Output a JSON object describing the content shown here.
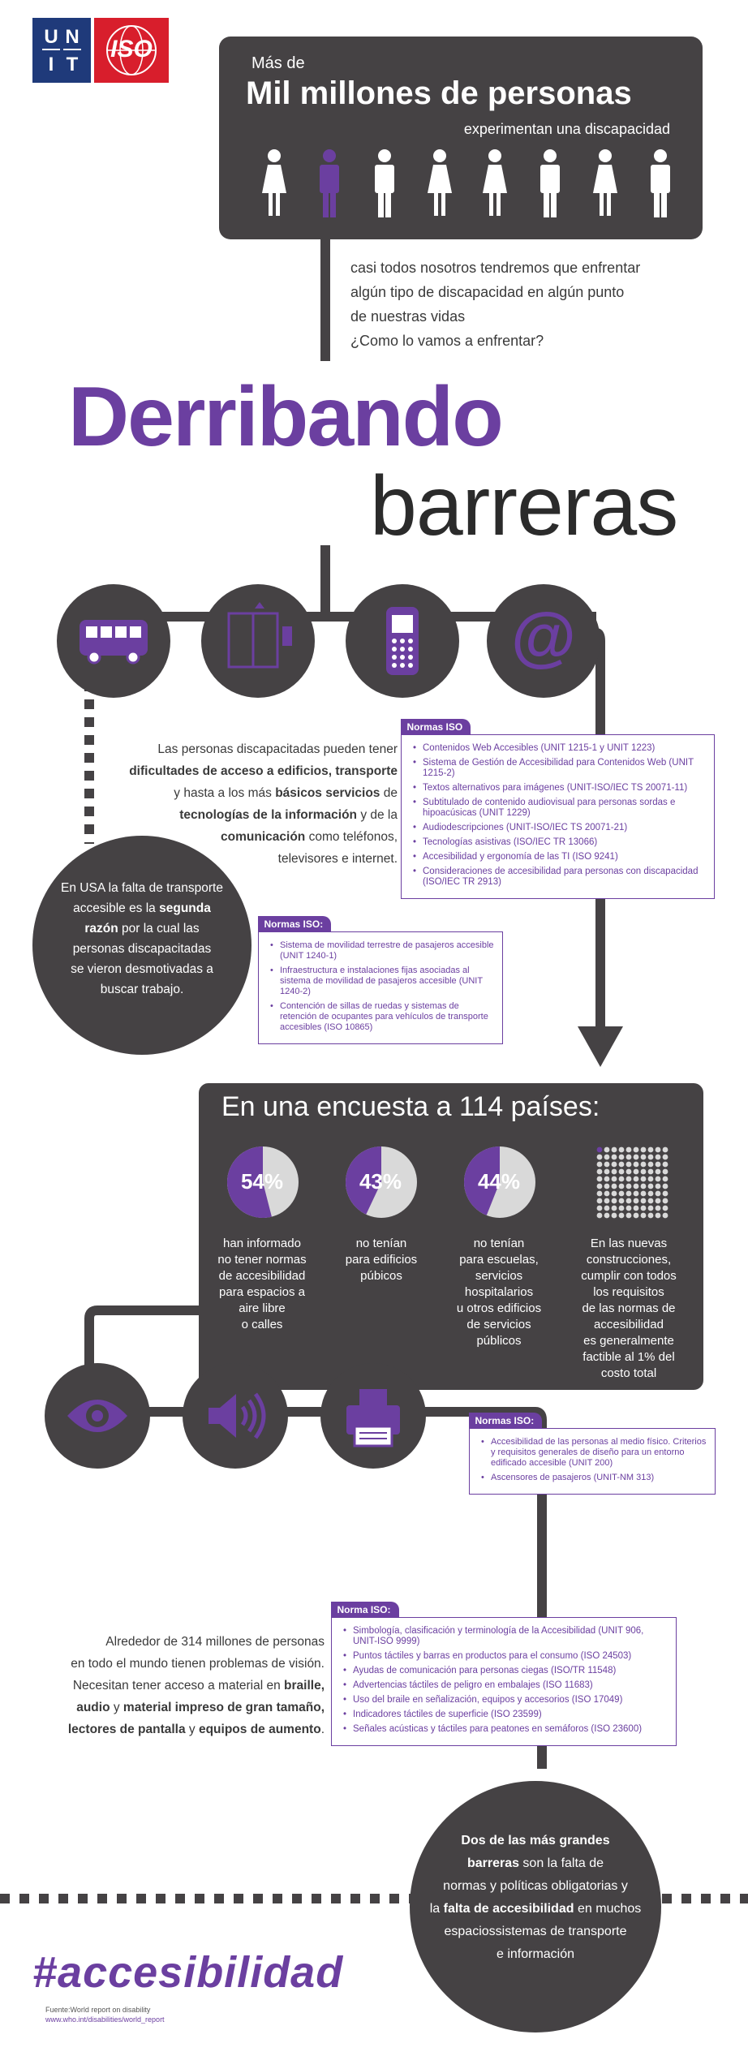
{
  "logo": {
    "unit_letters": [
      "U",
      "N",
      "I",
      "T"
    ],
    "iso_text": "ISO"
  },
  "header": {
    "mas_de": "Más de",
    "headline": "Mil millones de personas",
    "subline": "experimentan una discapacidad"
  },
  "intro": {
    "line1": "casi todos nosotros tendremos que enfrentar",
    "line2": "algún tipo de discapacidad en algún punto",
    "line3": "de nuestras vidas",
    "line4": "¿Como lo vamos a enfrentar?"
  },
  "title": {
    "line1": "Derribando",
    "line2": "barreras"
  },
  "access_text": {
    "p1": "Las personas discapacitadas pueden tener",
    "p2_bold": "dificultades de acceso a edificios, transporte",
    "p3a": "y hasta a los más ",
    "p3b_bold": "básicos servicios",
    "p3c": " de",
    "p4a_bold": "tecnologías de la información",
    "p4b": "  y de la",
    "p5a_bold": "comunicación",
    "p5b": " como teléfonos,",
    "p6": "televisores e internet."
  },
  "norms_tech": {
    "tab": "Normas ISO",
    "items": [
      "Contenidos Web Accesibles (UNIT 1215-1 y UNIT 1223)",
      "Sistema de Gestión de Accesibilidad para Contenidos Web (UNIT 1215-2)",
      "Textos alternativos para imágenes (UNIT-ISO/IEC TS 20071-11)",
      "Subtitulado de contenido audiovisual para personas sordas e hipoacúsicas  (UNIT 1229)",
      "Audiodescripciones (UNIT-ISO/IEC TS 20071-21)",
      "Tecnologías asistivas (ISO/IEC TR 13066)",
      "Accesibilidad y ergonomía de las TI (ISO 9241)",
      "Consideraciones de accesibilidad para personas con discapacidad (ISO/IEC TR 2913)"
    ]
  },
  "usa_circle": {
    "l1": "En USA la falta de transporte",
    "l2a": "accesible es la ",
    "l2b_bold": "segunda",
    "l3a_bold": "razón",
    "l3b": " por la cual las",
    "l4": "personas discapacitadas",
    "l5": "se vieron desmotivadas a",
    "l6": "buscar trabajo."
  },
  "norms_transport": {
    "tab": "Normas ISO:",
    "items": [
      "Sistema de movilidad terrestre de pasajeros accesible (UNIT 1240-1)",
      "Infraestructura e instalaciones fijas asociadas al sistema de movilidad de pasajeros accesible (UNIT 1240-2)",
      "Contención de sillas de ruedas y sistemas de retención de ocupantes para vehículos de transporte accesibles (ISO 10865)"
    ]
  },
  "survey": {
    "title": "En una encuesta a 114 países:",
    "cols": [
      {
        "pct": "54%",
        "value": 54,
        "text": [
          "han informado",
          "no tener normas",
          "de accesibilidad",
          "para espacios a",
          "aire libre",
          "o calles"
        ]
      },
      {
        "pct": "43%",
        "value": 43,
        "text": [
          "no tenían",
          "para edificios",
          "púbicos"
        ]
      },
      {
        "pct": "44%",
        "value": 44,
        "text": [
          "no tenían",
          "para escuelas,",
          "servicios",
          "hospitalarios",
          "u otros edificios",
          "de servicios",
          "públicos"
        ]
      },
      {
        "pct": "",
        "value": 1,
        "text": [
          "En las nuevas",
          "construcciones,",
          "cumplir con todos",
          "los requisitos",
          "de las normas de",
          "accesibilidad",
          "es generalmente",
          "factible al 1% del",
          "costo total"
        ]
      }
    ]
  },
  "norms_physical": {
    "tab": "Normas ISO:",
    "items": [
      "Accesibilidad de las personas al medio físico. Criterios y requisitos generales de diseño para un entorno edificado accesible (UNIT 200)",
      "Ascensores de pasajeros (UNIT-NM 313)"
    ]
  },
  "vision_text": {
    "l1": "Alrededor de 314 millones de personas",
    "l2": "en todo el mundo tienen problemas de visión.",
    "l3a": "Necesitan tener acceso a material en ",
    "l3b_bold": "braille,",
    "l4a_bold": "audio",
    "l4b": " y ",
    "l4c_bold": "material impreso de gran tamaño,",
    "l5a_bold": "lectores de pantalla",
    "l5b": " y ",
    "l5c_bold": "equipos de aumento",
    "l5d": "."
  },
  "norms_vision": {
    "tab": "Norma ISO:",
    "items": [
      "Simbología, clasificación y terminología de la Accesibilidad (UNIT 906, UNIT-ISO 9999)",
      "Puntos táctiles y barras en productos para el consumo (ISO 24503)",
      "Ayudas de comunicación para personas ciegas (ISO/TR 11548)",
      "Advertencias táctiles de peligro en embalajes (ISO 11683)",
      "Uso del braile en señalización, equipos y accesorios (ISO 17049)",
      "Indicadores táctiles de superficie (ISO 23599)",
      "Señales acústicas y táctiles para peatones en semáforos (ISO 23600)"
    ]
  },
  "bottom_circle": {
    "l1": "Dos de las más grandes",
    "l2a_bold": "barreras",
    "l2b": " son la falta de",
    "l3": "normas y políticas obligatorias y",
    "l4a": "la ",
    "l4b_bold": "falta de accesibilidad",
    "l4c": " en muchos",
    "l5": "espaciossistemas de transporte",
    "l6": "e información"
  },
  "hashtag": "#accesibilidad",
  "source": {
    "line1": "Fuente:World report on disability",
    "line2": "www.who.int/disabilities/world_report"
  },
  "colors": {
    "purple": "#6b3fa0",
    "dark": "#454244",
    "red": "#d81e2c",
    "navy": "#1f3a7a",
    "light_gray": "#d9d9d9"
  },
  "icons": [
    "bus-icon",
    "elevator-icon",
    "cellphone-icon",
    "at-sign-icon",
    "eye-icon",
    "speaker-icon",
    "printer-icon"
  ]
}
